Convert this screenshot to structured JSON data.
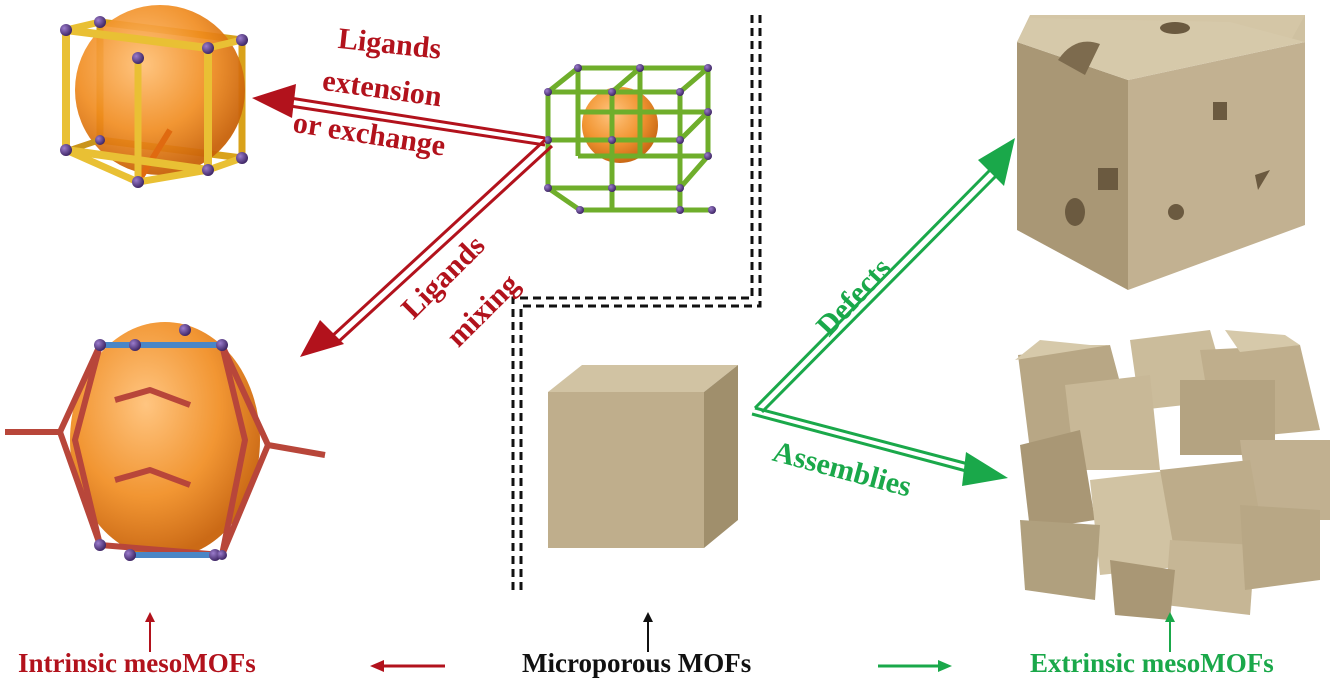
{
  "labels": {
    "ligands_extension_line1": "Ligands",
    "ligands_extension_line2": "extension",
    "ligands_extension_line3": "or exchange",
    "ligands_mixing_line1": "Ligands",
    "ligands_mixing_line2": "mixing",
    "defects": "Defects",
    "assemblies": "Assemblies",
    "intrinsic": "Intrinsic mesoMOFs",
    "microporous": "Microporous MOFs",
    "extrinsic": "Extrinsic mesoMOFs"
  },
  "colors": {
    "red": "#b2121c",
    "green": "#1aa84a",
    "orange": "#f08a1c",
    "frame_yellow": "#e6b81e",
    "frame_green": "#6fae2b",
    "node_purple": "#5b3a8a",
    "tan": "#bfae8c",
    "tan_dark": "#a08f6c",
    "tan_light": "#d1c3a3",
    "frame_red": "#b8463a",
    "frame_blue": "#4a86c6"
  }
}
